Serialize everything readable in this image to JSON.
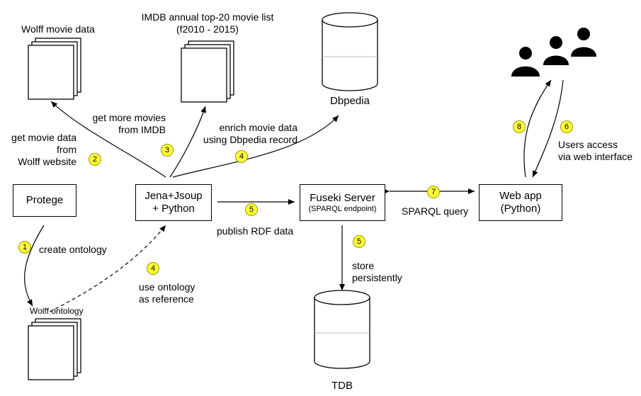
{
  "colors": {
    "badge_fill": "#ffff33",
    "line": "#000000"
  },
  "documents": {
    "wolff_movie_data": "Wolff movie data",
    "imdb_list_line1": "IMDB annual top-20 movie list",
    "imdb_list_line2": "(f2010 - 2015)",
    "wolff_ontology": "Wolff ontology"
  },
  "databases": {
    "dbpedia": "Dbpedia",
    "tdb": "TDB"
  },
  "nodes": {
    "protege": "Protege",
    "jena_line1": "Jena+Jsoup",
    "jena_line2": "+ Python",
    "fuseki_title": "Fuseki Server",
    "fuseki_subtitle": "(SPARQL endpoint)",
    "webapp_line1": "Web app",
    "webapp_line2": "(Python)"
  },
  "edges": [
    {
      "step": "1",
      "lines": [
        "create ontology"
      ]
    },
    {
      "step": "2",
      "lines": [
        "get movie data",
        "from",
        "Wolff website"
      ]
    },
    {
      "step": "3",
      "lines": [
        "get more movies",
        "from IMDB"
      ]
    },
    {
      "step": "4",
      "lines": [
        "enrich movie data",
        "using Dbpedia record"
      ]
    },
    {
      "step": "4",
      "lines": [
        "use ontology",
        "as reference"
      ]
    },
    {
      "step": "5",
      "lines": [
        "publish RDF data"
      ]
    },
    {
      "step": "5",
      "lines": [
        "store",
        "persistently"
      ]
    },
    {
      "step": "6",
      "lines": [
        "Users access",
        "via web interface"
      ]
    },
    {
      "step": "7",
      "lines": [
        "SPARQL query"
      ]
    },
    {
      "step": "8",
      "lines": []
    }
  ],
  "icons": {
    "users": "users-icon",
    "document": "document-stack-icon",
    "database": "database-icon"
  }
}
